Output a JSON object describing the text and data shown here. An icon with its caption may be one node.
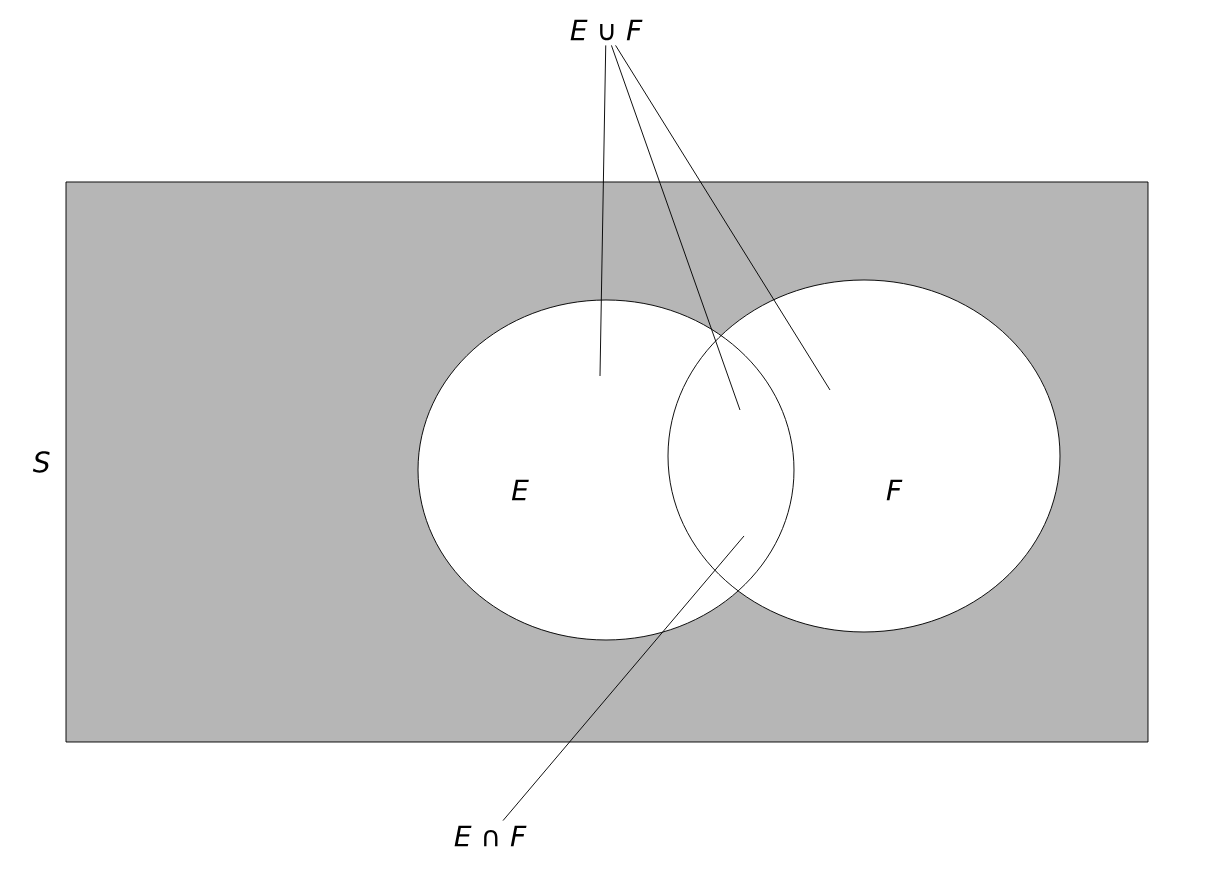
{
  "diagram": {
    "nodes": [
      {
        "text": [],
        "shape": "box",
        "beside": [
          "S"
        ]
      },
      {
        "text": [
          "E"
        ],
        "in": 0
      },
      {
        "text": [
          "F"
        ],
        "in": 0
      },
      {
        "text": [
          "E ∪ F"
        ]
      },
      {
        "text": [
          "E ∩ F"
        ]
      }
    ],
    "edges": [
      {
        "from": 3,
        "to": 1,
        "arrow": "none"
      },
      {
        "from": 3,
        "to": 1,
        "arrow": "none"
      },
      {
        "from": 3,
        "to": 2,
        "arrow": "none"
      },
      {
        "from": 4,
        "to": 1,
        "arrow": "none"
      }
    ]
  }
}
